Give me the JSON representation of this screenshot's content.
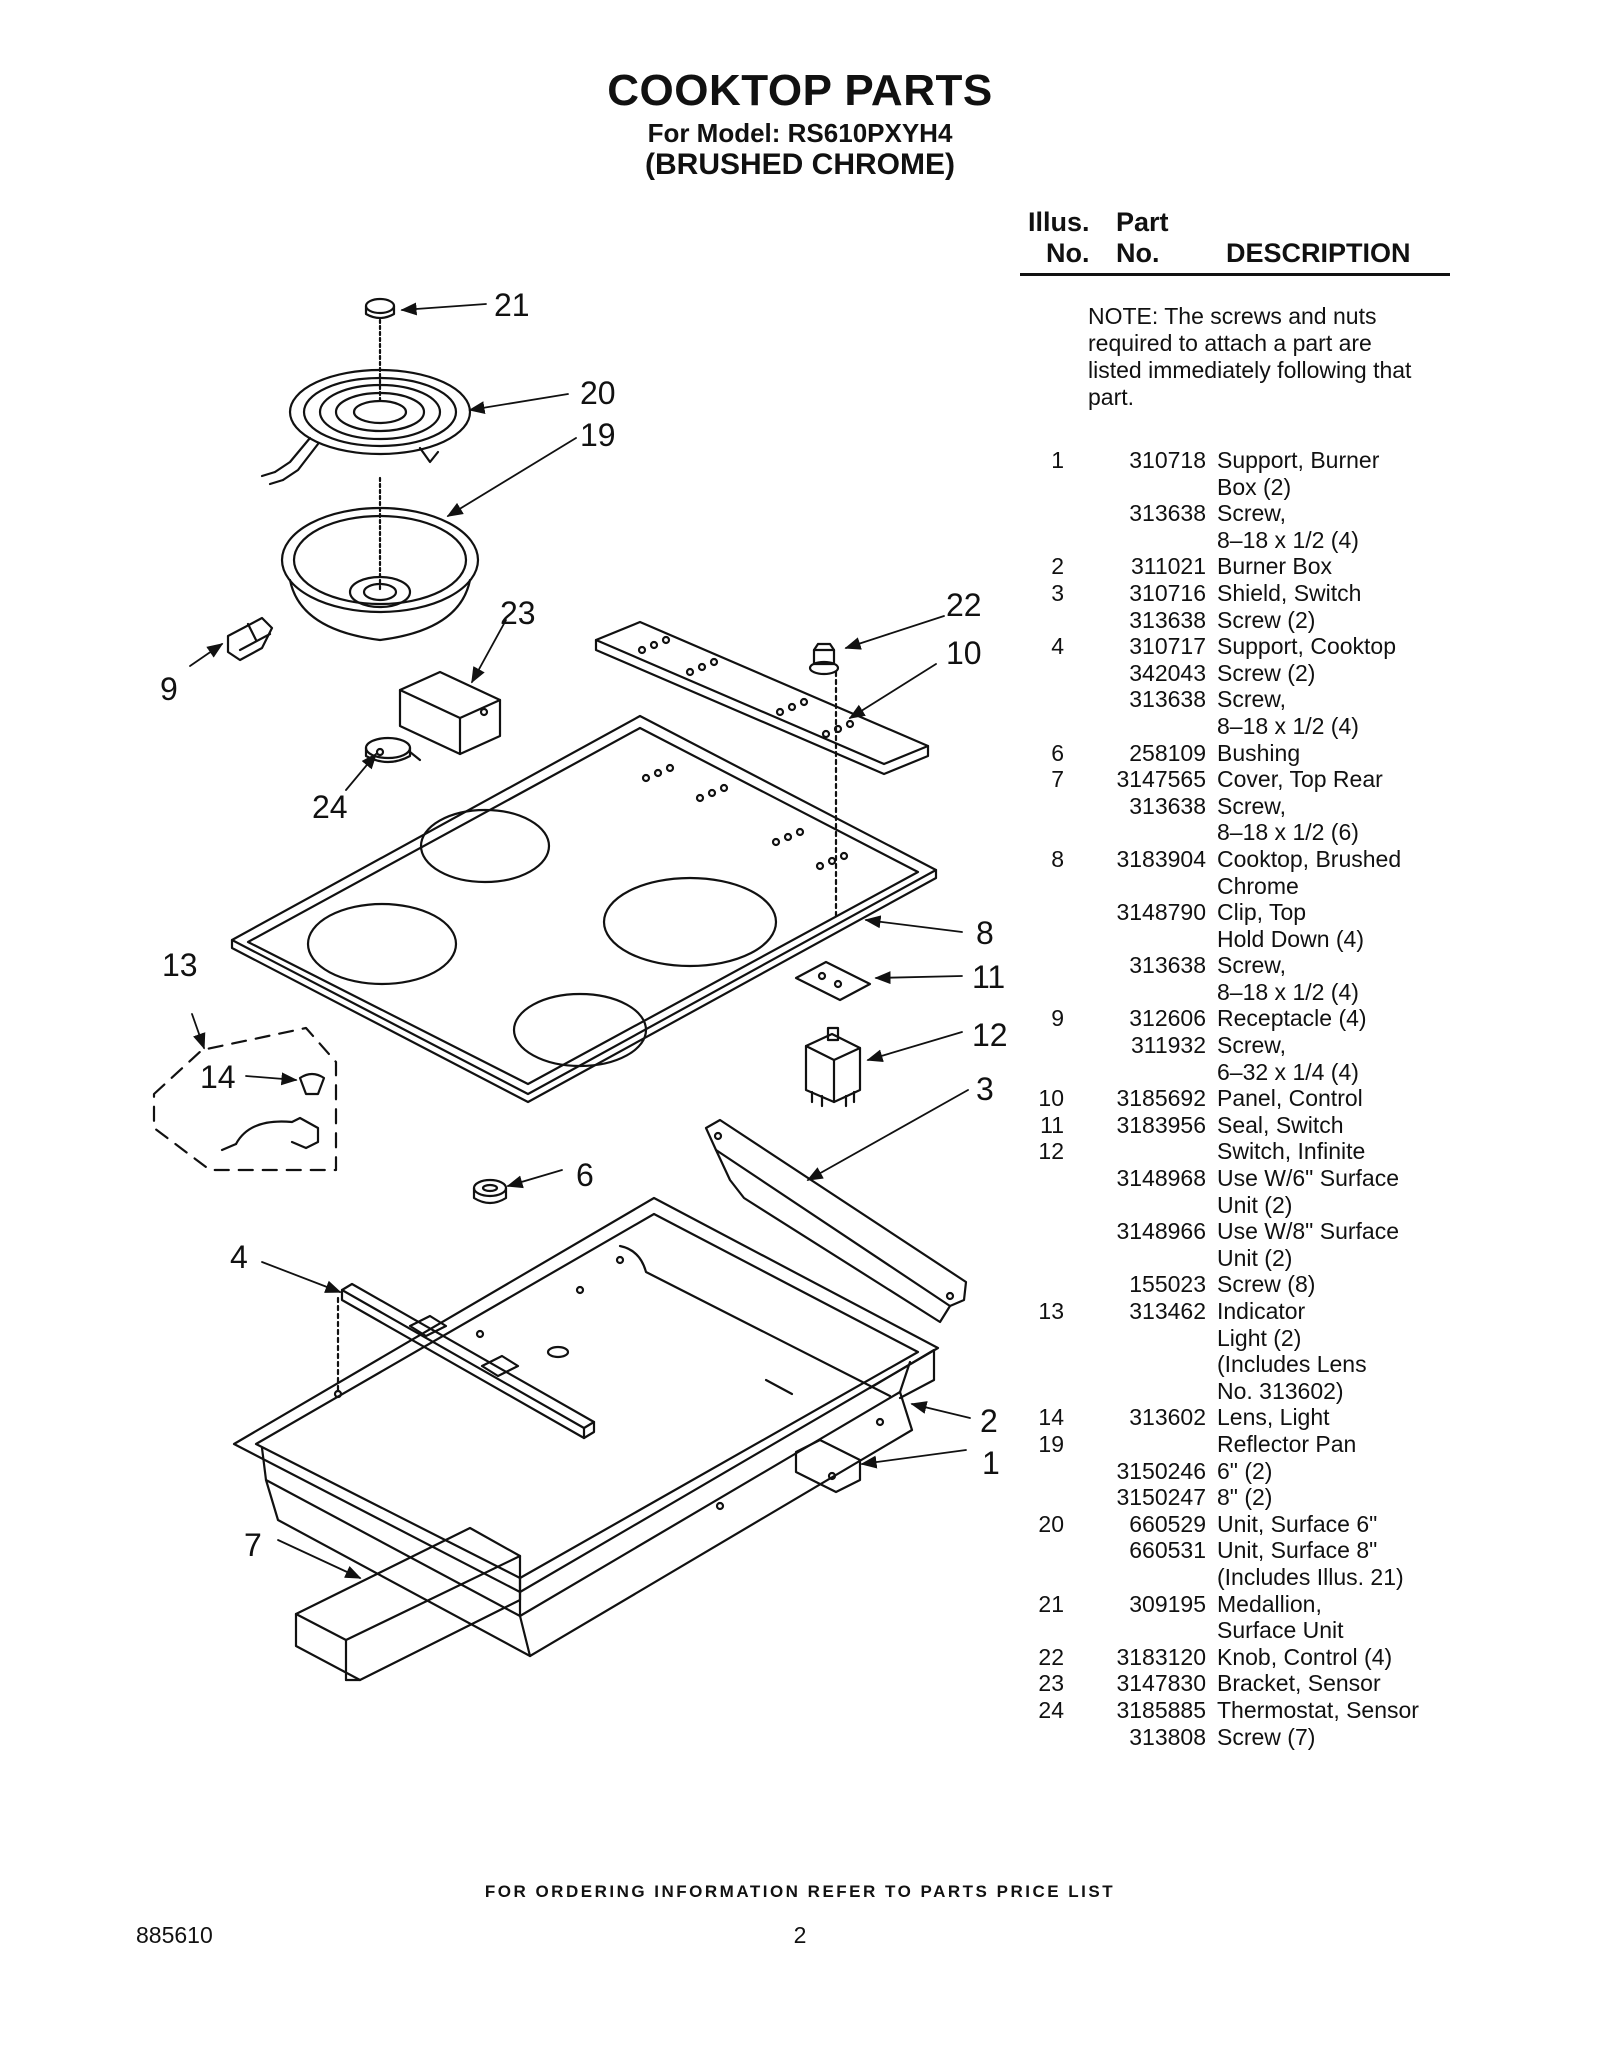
{
  "header": {
    "title": "COOKTOP PARTS",
    "model_line": "For Model: RS610PXYH4",
    "finish_line": "(BRUSHED CHROME)"
  },
  "table": {
    "headers": {
      "illus_top": "Illus.",
      "illus_bottom": "No.",
      "part_top": "Part",
      "part_bottom": "No.",
      "description": "DESCRIPTION"
    },
    "note": "NOTE: The screws and nuts required to attach a part are listed immediately following that part.",
    "rows": [
      {
        "illus": "1",
        "part": "310718",
        "desc": "Support, Burner"
      },
      {
        "illus": "",
        "part": "",
        "desc": "Box (2)"
      },
      {
        "illus": "",
        "part": "313638",
        "desc": "Screw,"
      },
      {
        "illus": "",
        "part": "",
        "desc": "8–18 x 1/2 (4)"
      },
      {
        "illus": "2",
        "part": "311021",
        "desc": "Burner Box"
      },
      {
        "illus": "3",
        "part": "310716",
        "desc": "Shield, Switch"
      },
      {
        "illus": "",
        "part": "313638",
        "desc": "Screw (2)"
      },
      {
        "illus": "4",
        "part": "310717",
        "desc": "Support, Cooktop"
      },
      {
        "illus": "",
        "part": "342043",
        "desc": "Screw (2)"
      },
      {
        "illus": "",
        "part": "313638",
        "desc": "Screw,"
      },
      {
        "illus": "",
        "part": "",
        "desc": "8–18 x 1/2 (4)"
      },
      {
        "illus": "6",
        "part": "258109",
        "desc": "Bushing"
      },
      {
        "illus": "7",
        "part": "3147565",
        "desc": "Cover, Top Rear"
      },
      {
        "illus": "",
        "part": "313638",
        "desc": "Screw,"
      },
      {
        "illus": "",
        "part": "",
        "desc": "8–18 x 1/2 (6)"
      },
      {
        "illus": "8",
        "part": "3183904",
        "desc": "Cooktop, Brushed"
      },
      {
        "illus": "",
        "part": "",
        "desc": "Chrome"
      },
      {
        "illus": "",
        "part": "3148790",
        "desc": "Clip, Top"
      },
      {
        "illus": "",
        "part": "",
        "desc": "Hold Down (4)"
      },
      {
        "illus": "",
        "part": "313638",
        "desc": "Screw,"
      },
      {
        "illus": "",
        "part": "",
        "desc": "8–18 x 1/2 (4)"
      },
      {
        "illus": "9",
        "part": "312606",
        "desc": "Receptacle (4)"
      },
      {
        "illus": "",
        "part": "311932",
        "desc": "Screw,"
      },
      {
        "illus": "",
        "part": "",
        "desc": "6–32 x 1/4 (4)"
      },
      {
        "illus": "10",
        "part": "3185692",
        "desc": "Panel, Control"
      },
      {
        "illus": "11",
        "part": "3183956",
        "desc": "Seal, Switch"
      },
      {
        "illus": "12",
        "part": "",
        "desc": "Switch, Infinite"
      },
      {
        "illus": "",
        "part": "3148968",
        "desc": "Use W/6\" Surface"
      },
      {
        "illus": "",
        "part": "",
        "desc": "Unit (2)"
      },
      {
        "illus": "",
        "part": "3148966",
        "desc": "Use W/8\" Surface"
      },
      {
        "illus": "",
        "part": "",
        "desc": "Unit (2)"
      },
      {
        "illus": "",
        "part": "155023",
        "desc": "Screw (8)"
      },
      {
        "illus": "13",
        "part": "313462",
        "desc": "Indicator"
      },
      {
        "illus": "",
        "part": "",
        "desc": "Light (2)"
      },
      {
        "illus": "",
        "part": "",
        "desc": "(Includes Lens"
      },
      {
        "illus": "",
        "part": "",
        "desc": "No. 313602)"
      },
      {
        "illus": "14",
        "part": "313602",
        "desc": "Lens, Light"
      },
      {
        "illus": "19",
        "part": "",
        "desc": "Reflector Pan"
      },
      {
        "illus": "",
        "part": "3150246",
        "desc": "6\" (2)"
      },
      {
        "illus": "",
        "part": "3150247",
        "desc": "8\" (2)"
      },
      {
        "illus": "20",
        "part": "660529",
        "desc": "Unit, Surface 6\""
      },
      {
        "illus": "",
        "part": "660531",
        "desc": "Unit, Surface 8\""
      },
      {
        "illus": "",
        "part": "",
        "desc": "(Includes Illus. 21)"
      },
      {
        "illus": "21",
        "part": "309195",
        "desc": "Medallion,"
      },
      {
        "illus": "",
        "part": "",
        "desc": "Surface Unit"
      },
      {
        "illus": "22",
        "part": "3183120",
        "desc": "Knob, Control (4)"
      },
      {
        "illus": "23",
        "part": "3147830",
        "desc": "Bracket, Sensor"
      },
      {
        "illus": "24",
        "part": "3185885",
        "desc": "Thermostat, Sensor"
      },
      {
        "illus": "",
        "part": "313808",
        "desc": "Screw (7)"
      }
    ]
  },
  "diagram": {
    "callouts": {
      "c21": "21",
      "c20": "20",
      "c19": "19",
      "c23": "23",
      "c22": "22",
      "c10": "10",
      "c9": "9",
      "c24": "24",
      "c8": "8",
      "c13": "13",
      "c11": "11",
      "c12": "12",
      "c14": "14",
      "c3": "3",
      "c6": "6",
      "c4": "4",
      "c2": "2",
      "c1": "1",
      "c7": "7"
    }
  },
  "footer": {
    "ordering": "FOR ORDERING INFORMATION REFER TO PARTS PRICE LIST",
    "doc_number": "885610",
    "page_number": "2"
  }
}
